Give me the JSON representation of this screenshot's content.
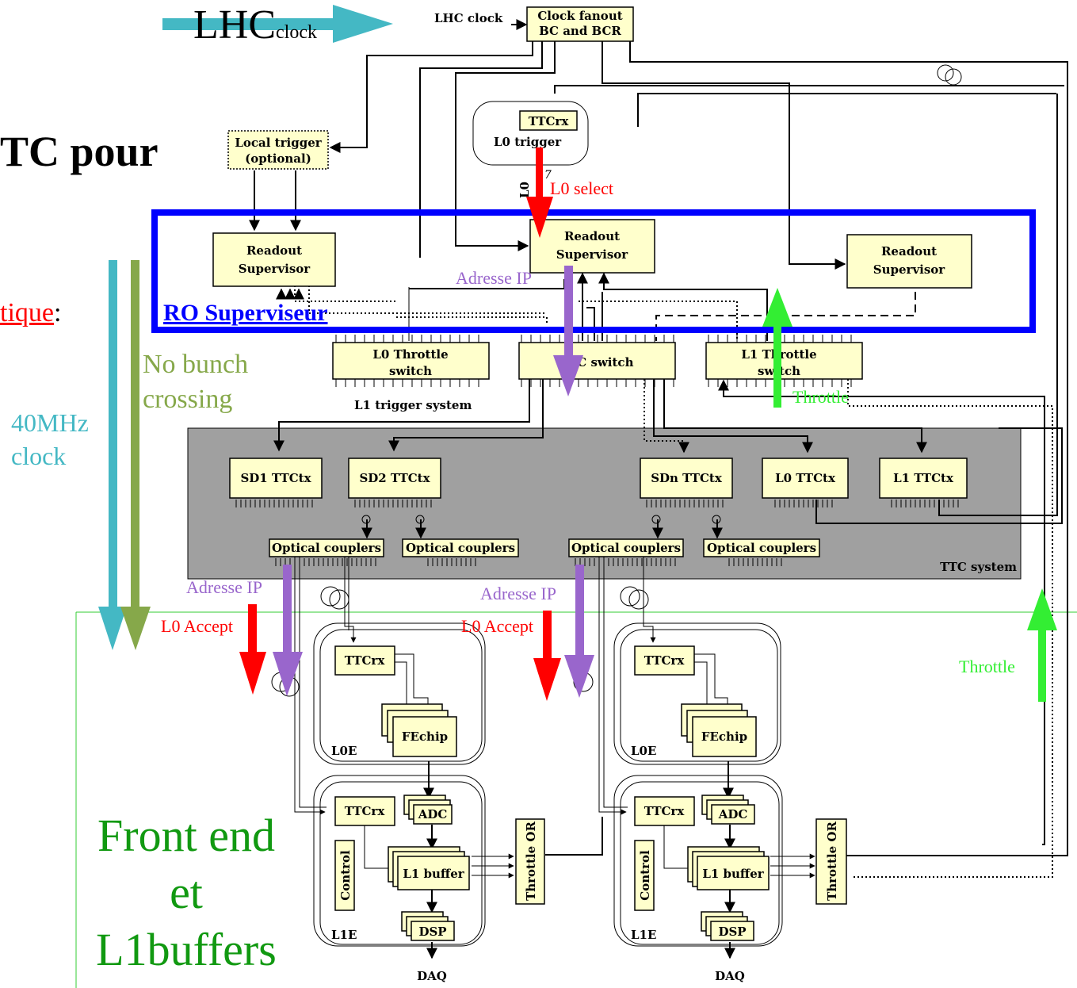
{
  "slide": {
    "lhc_clock_big": "LHC",
    "lhc_clock_small": "clock",
    "title_fragment": "TC pour",
    "tique_fragment": "tique",
    "tique_colon": ":",
    "no_bunch": [
      "No bunch",
      "crossing"
    ],
    "clock_40": [
      "40MHz",
      "clock"
    ],
    "front_end": [
      "Front end",
      "et",
      "L1buffers"
    ]
  },
  "annotations": {
    "l0_select": "L0 select",
    "adresse_ip": "Adresse IP",
    "ro_superviseur": "RO Superviseur",
    "l0_accept": "L0 Accept",
    "throttle": "Throttle"
  },
  "blocks": {
    "clock_fanout": [
      "Clock fanout",
      "BC and BCR"
    ],
    "lhc_clock_label": "LHC clock",
    "local_trigger": [
      "Local trigger",
      "(optional)"
    ],
    "l0_trigger_ttcrx": "TTCrx",
    "l0_trigger": "L0 trigger",
    "l0_bus": "L0",
    "bus_17": "17",
    "readout_supervisor": [
      "Readout",
      "Supervisor"
    ],
    "l0_throttle_switch": [
      "L0 Throttle",
      "switch"
    ],
    "ttc_switch": "TTC switch",
    "l1_throttle_switch": [
      "L1 Throttle",
      "switch"
    ],
    "l1_trigger_system": "L1 trigger system",
    "ttctx": [
      "SD1 TTCtx",
      "SD2 TTCtx",
      "SDn TTCtx",
      "L0 TTCtx",
      "L1 TTCtx"
    ],
    "optical_couplers": "Optical couplers",
    "ttc_system": "TTC system",
    "ttcrx": "TTCrx",
    "fechip": "FEchip",
    "l0e": "L0E",
    "adc": "ADC",
    "l1_buffer": "L1 buffer",
    "dsp": "DSP",
    "control": "Control",
    "l1e": "L1E",
    "throttle_or": "Throttle OR",
    "daq": "DAQ"
  },
  "colors": {
    "ro_frame": "#0000ff",
    "red_arrow": "#ff0000",
    "purple_arrow": "#9966cc",
    "green_arrow": "#33ee33",
    "teal_arrow": "#44b8c4",
    "olive_arrow": "#86a84a",
    "front_end_text": "#119911",
    "box_fill": "#ffffcc",
    "ttc_grey": "#a0a0a0"
  }
}
